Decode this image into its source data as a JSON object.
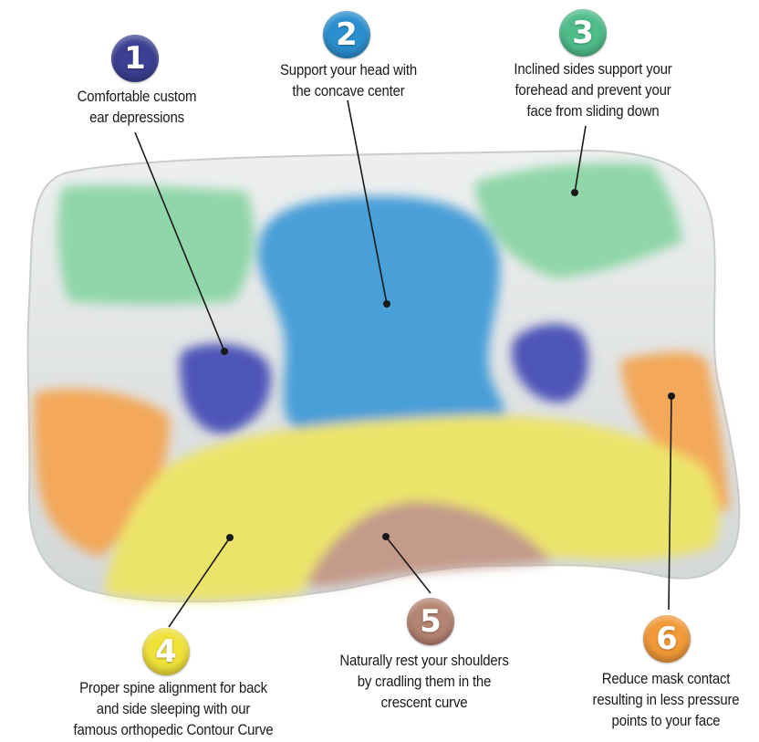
{
  "callouts": [
    {
      "number": "1",
      "text": "Comfortable custom\near depressions",
      "color": "#3d3f93"
    },
    {
      "number": "2",
      "text": "Support your head with\nthe concave center",
      "color": "#2b8fcf"
    },
    {
      "number": "3",
      "text": "Inclined sides support your\nforehead and prevent your\nface from sliding down",
      "color": "#4fbd8a"
    },
    {
      "number": "4",
      "text": "Proper spine alignment for back\nand side sleeping with our\nfamous orthopedic Contour Curve",
      "color": "#f0e13a"
    },
    {
      "number": "5",
      "text": "Naturally rest your shoulders\nby cradling  them in the\ncrescent curve",
      "color": "#b58472"
    },
    {
      "number": "6",
      "text": "Reduce mask contact\nresulting in less pressure\npoints to your face",
      "color": "#f29a38"
    }
  ],
  "zone_colors": {
    "ear": "#4d55b8",
    "head": "#4a9fd8",
    "forehead": "#8fd6a8",
    "spine": "#ece46a",
    "shoulder": "#c49a8a",
    "mask": "#f3a85a",
    "pillow": "#e4e6e6"
  }
}
